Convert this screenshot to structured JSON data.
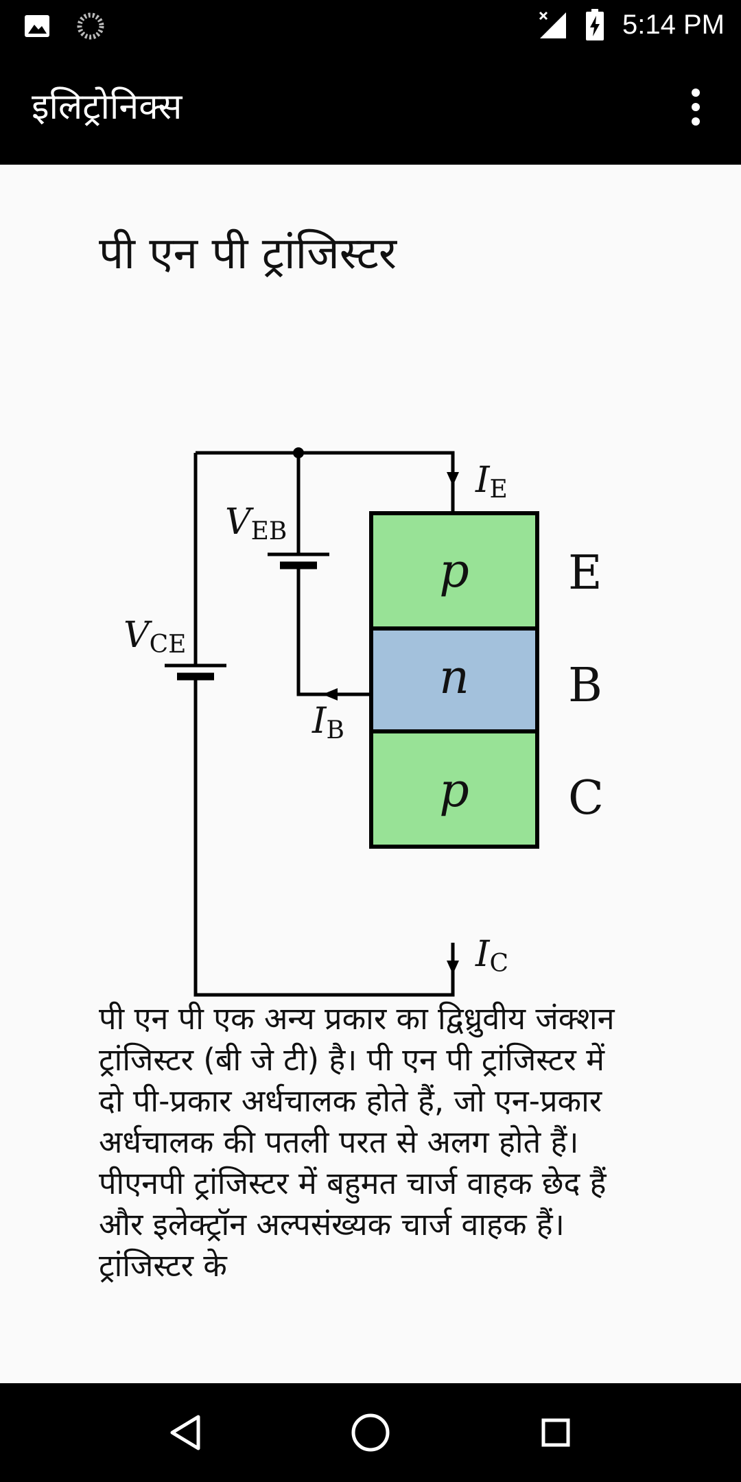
{
  "status_bar": {
    "time": "5:14 PM",
    "left_icons": [
      "image-icon",
      "sync-icon"
    ],
    "right_icons": [
      "signal-icon",
      "battery-charging-icon"
    ]
  },
  "app_bar": {
    "title": "इलिट्रोनिक्स",
    "menu_icon": "more-vert-icon"
  },
  "page": {
    "title": "पी एन पी ट्रांजिस्टर",
    "body": "पी एन पी एक अन्य प्रकार का द्विध्रुवीय जंक्शन ट्रांजिस्टर (बी जे टी) है। पी एन पी ट्रांजिस्टर में दो पी-प्रकार अर्धचालक होते हैं, जो एन-प्रकार अर्धचालक की पतली परत से अलग होते हैं। पीएनपी ट्रांजिस्टर में बहुमत चार्ज वाहक छेद हैं और इलेक्ट्रॉन अल्पसंख्यक चार्ज वाहक हैं। ट्रांजिस्टर के"
  },
  "diagram": {
    "layers": [
      "p",
      "n",
      "p"
    ],
    "terminals": [
      "E",
      "B",
      "C"
    ],
    "labels": {
      "veb": "V",
      "veb_sub": "EB",
      "vce": "V",
      "vce_sub": "CE",
      "ie": "I",
      "ie_sub": "E",
      "ib": "I",
      "ib_sub": "B",
      "ic": "I",
      "ic_sub": "C"
    },
    "colors": {
      "p_layer": "#98e296",
      "n_layer": "#a3c1dc",
      "line": "#000000"
    }
  },
  "nav_bar": {
    "back": "back-icon",
    "home": "home-icon",
    "recents": "recents-icon"
  }
}
